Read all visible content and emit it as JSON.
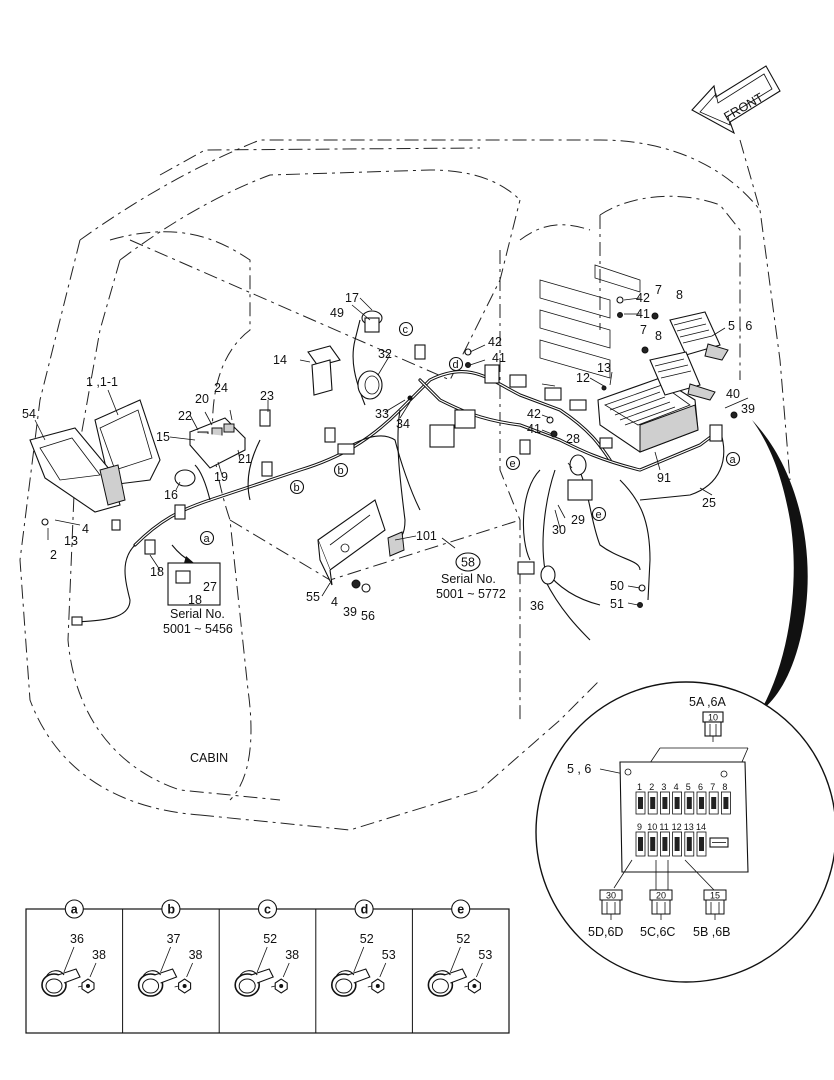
{
  "front_label": "FRONT",
  "cabin_label": "CABIN",
  "serial_notes": [
    {
      "title": "Serial No.",
      "range": "5001 ~ 5456"
    },
    {
      "title": "Serial No.",
      "range": "5001 ~ 5772"
    }
  ],
  "callout_58": "58",
  "part_numbers": {
    "n1": "1 ,1-1",
    "n2": "2",
    "n4a": "4",
    "n4b": "4",
    "n13a": "13",
    "n13b": "13",
    "n54": "54",
    "n14": "14",
    "n15": "15",
    "n16": "16",
    "n17": "17",
    "n49": "49",
    "n18a": "18",
    "n18b": "18",
    "n27": "27",
    "n19": "19",
    "n20": "20",
    "n21": "21",
    "n22": "22",
    "n23": "23",
    "n24": "24",
    "n25": "25",
    "n28": "28",
    "n29": "29",
    "n30": "30",
    "n32": "32",
    "n33": "33",
    "n34": "34",
    "n36": "36",
    "n39a": "39",
    "n39b": "39",
    "n40": "40",
    "n41a": "41",
    "n41b": "41",
    "n41c": "41",
    "n42a": "42",
    "n42b": "42",
    "n42c": "42",
    "n7a": "7",
    "n7b": "7",
    "n8a": "8",
    "n8b": "8",
    "n56": "56",
    "n6": "5 , 6",
    "n12": "12",
    "n50": "50",
    "n51": "51",
    "n55": "55",
    "n91": "91",
    "n101": "101"
  },
  "diagram_letters": {
    "a1": "a",
    "a2": "a",
    "b1": "b",
    "b2": "b",
    "c1": "c",
    "d1": "d",
    "e1": "e",
    "e2": "e"
  },
  "fuse_detail": {
    "top_label": "5A ,6A",
    "box_label": "5 , 6",
    "top_fuse_rating": "10",
    "row1_numbers": [
      "1",
      "2",
      "3",
      "4",
      "5",
      "6",
      "7",
      "8"
    ],
    "row2_numbers": [
      "9",
      "10",
      "11",
      "12",
      "13",
      "14"
    ],
    "bottom_fuses": [
      {
        "label": "5D,6D",
        "rating": "30"
      },
      {
        "label": "5C,6C",
        "rating": "20"
      },
      {
        "label": "5B ,6B",
        "rating": "15"
      }
    ]
  },
  "clamp_table": [
    {
      "letter": "a",
      "clamp": "36",
      "bolt": "38"
    },
    {
      "letter": "b",
      "clamp": "37",
      "bolt": "38"
    },
    {
      "letter": "c",
      "clamp": "52",
      "bolt": "38"
    },
    {
      "letter": "d",
      "clamp": "52",
      "bolt": "53"
    },
    {
      "letter": "e",
      "clamp": "52",
      "bolt": "53"
    }
  ]
}
